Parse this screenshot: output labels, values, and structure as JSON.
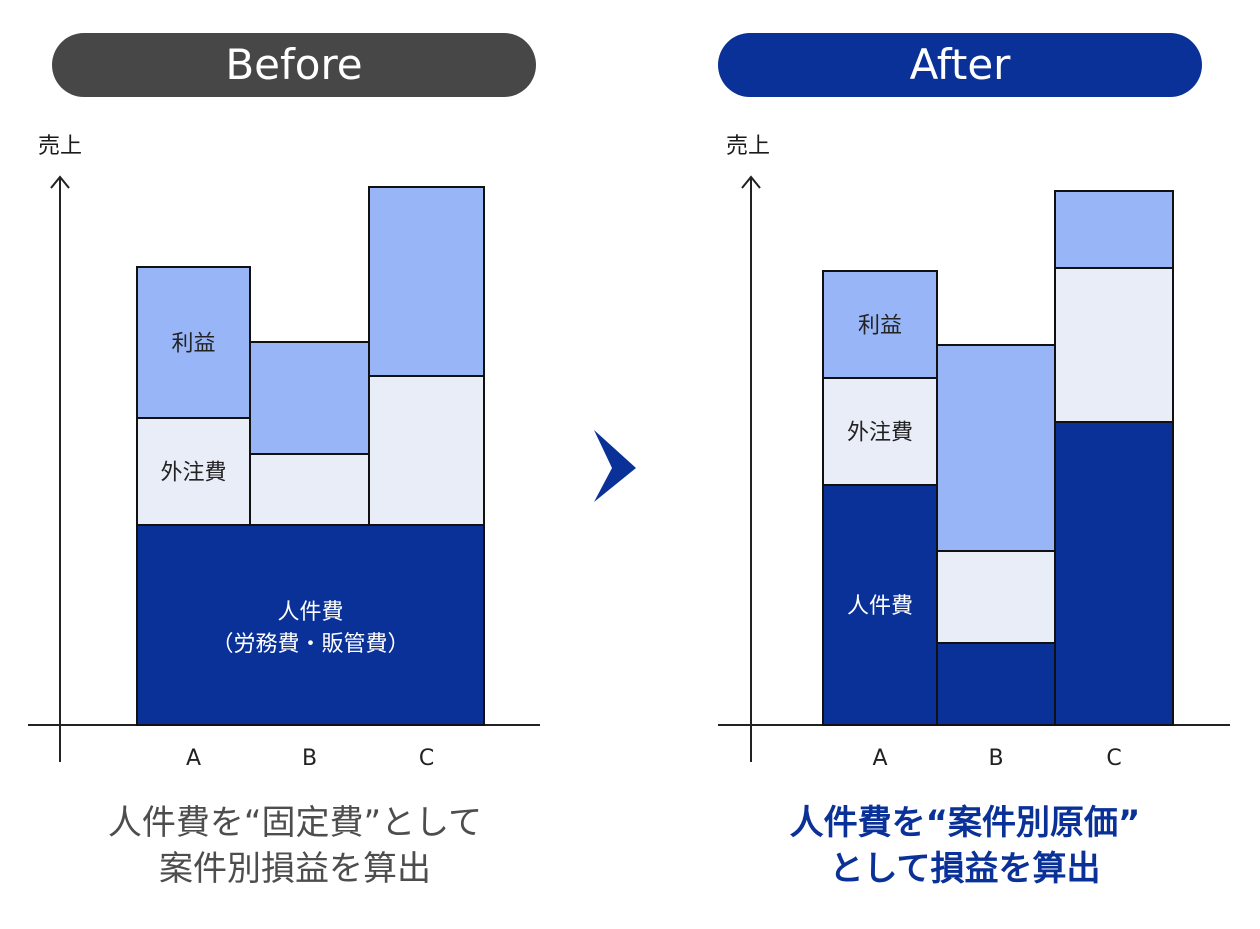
{
  "colors": {
    "labor": "#0a3198",
    "outsourcing": "#e8edf8",
    "profit": "#98b6f7",
    "pill_before": "#474747",
    "pill_after": "#0a3198",
    "arrow": "#0a3198"
  },
  "panels": {
    "before": {
      "pill_label": "Before",
      "ylabel": "売上",
      "caption_line1": "人件費を“固定費”として",
      "caption_line2": "案件別損益を算出"
    },
    "after": {
      "pill_label": "After",
      "ylabel": "売上",
      "caption_line1": "人件費を“案件別原価”",
      "caption_line2": "として損益を算出"
    }
  },
  "chart_data": [
    {
      "type": "bar",
      "stacked": true,
      "title": "Before",
      "ylabel": "売上",
      "categories": [
        "A",
        "B",
        "C"
      ],
      "ylim": [
        0,
        540
      ],
      "series": [
        {
          "name": "人件費",
          "values": [
            200,
            200,
            200
          ]
        },
        {
          "name": "外注費",
          "values": [
            107,
            71,
            149
          ]
        },
        {
          "name": "利益",
          "values": [
            151,
            112,
            189
          ]
        }
      ],
      "annotations": {
        "labor_label_line1": "人件費",
        "labor_label_line2": "（労務費・販管費）",
        "outsourcing_label": "外注費",
        "profit_label": "利益"
      }
    },
    {
      "type": "bar",
      "stacked": true,
      "title": "After",
      "ylabel": "売上",
      "categories": [
        "A",
        "B",
        "C"
      ],
      "ylim": [
        0,
        540
      ],
      "series": [
        {
          "name": "人件費",
          "values": [
            240,
            82,
            303
          ]
        },
        {
          "name": "外注費",
          "values": [
            107,
            92,
            154
          ]
        },
        {
          "name": "利益",
          "values": [
            107,
            206,
            77
          ]
        }
      ],
      "annotations": {
        "labor_label": "人件費",
        "outsourcing_label": "外注費",
        "profit_label": "利益"
      }
    }
  ]
}
